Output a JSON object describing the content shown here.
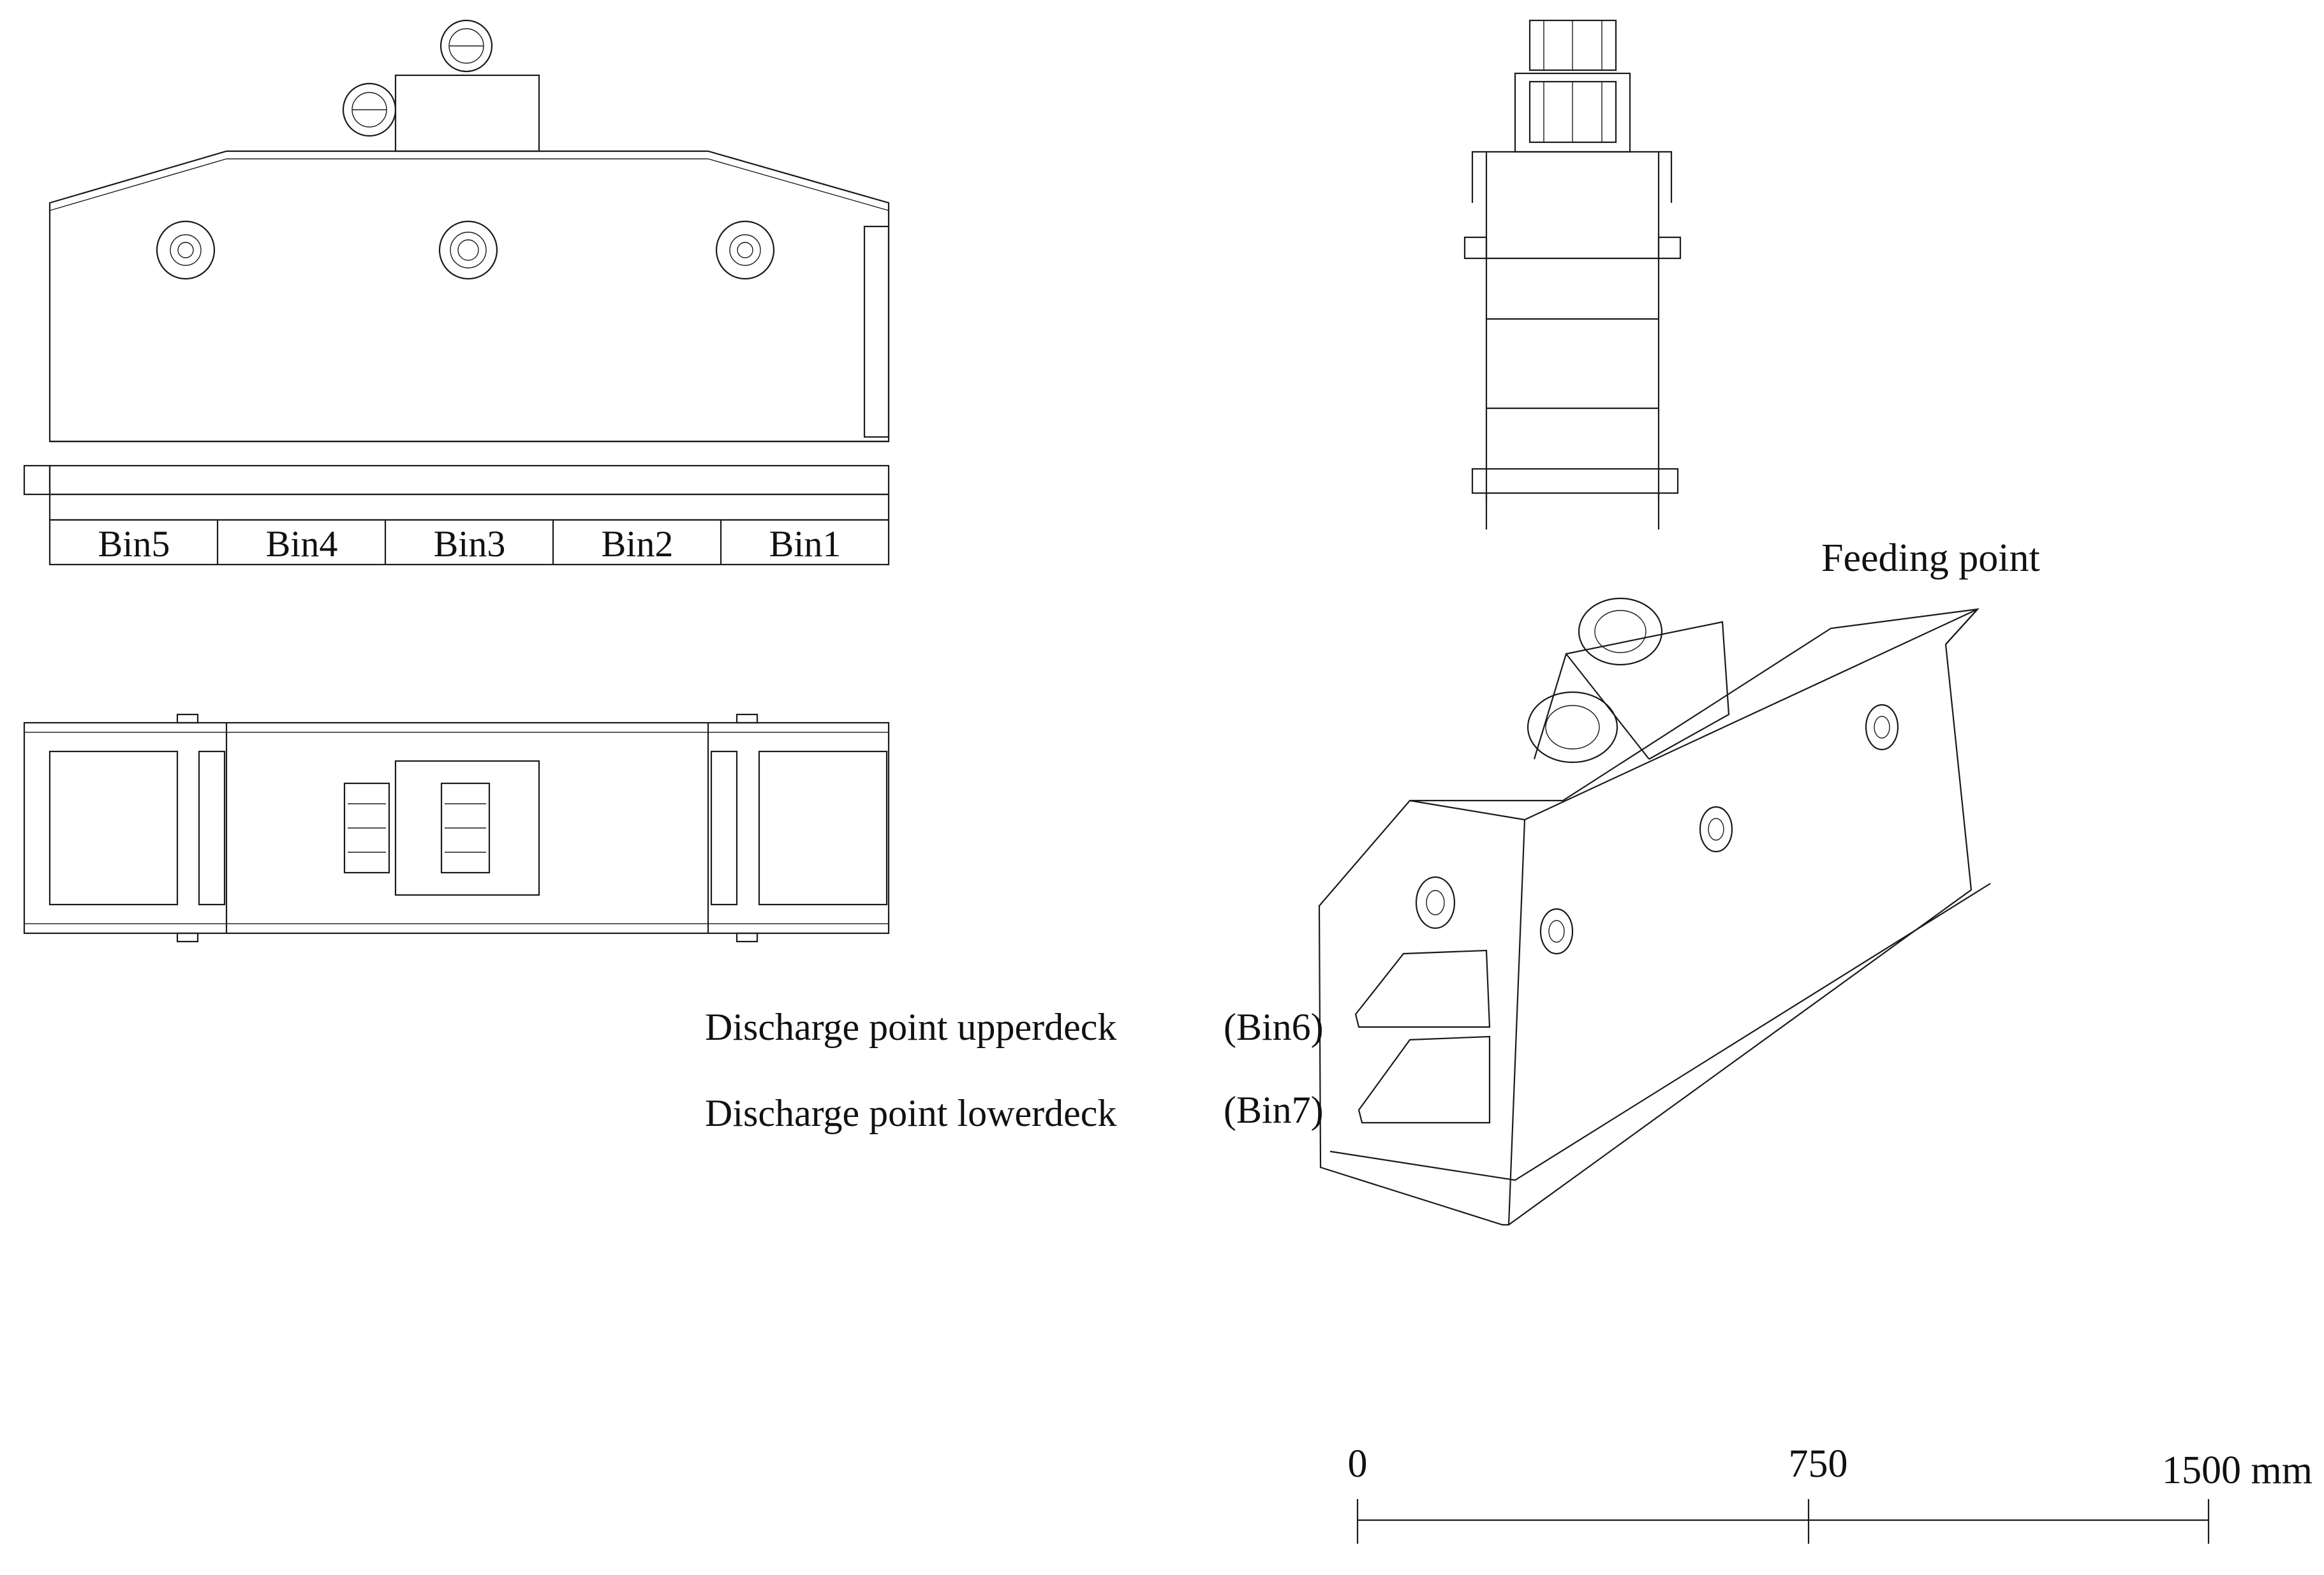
{
  "bins": [
    "Bin5",
    "Bin4",
    "Bin3",
    "Bin2",
    "Bin1"
  ],
  "labels": {
    "feeding": "Feeding point",
    "upper": "Discharge point upperdeck",
    "upper_bin": "(Bin6)",
    "lower": "Discharge point lowerdeck",
    "lower_bin": "(Bin7)"
  },
  "scale_bar": {
    "ticks": [
      "0",
      "750",
      "1500 mm"
    ]
  }
}
